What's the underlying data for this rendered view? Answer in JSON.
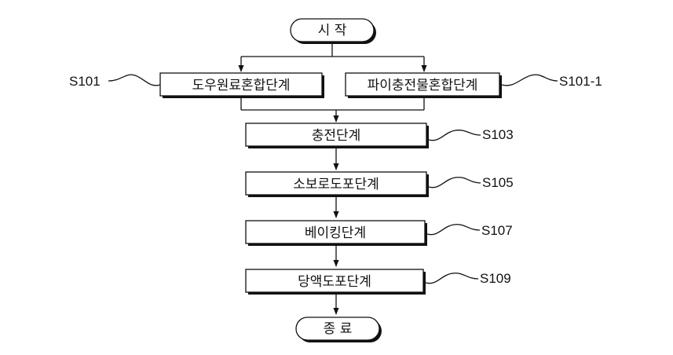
{
  "terminals": {
    "start": "시 작",
    "end": "종 료"
  },
  "steps": {
    "s101": {
      "text": "도우원료혼합단계",
      "label": "S101"
    },
    "s101_1": {
      "text": "파이충전물혼합단계",
      "label": "S101-1"
    },
    "s103": {
      "text": "충전단계",
      "label": "S103"
    },
    "s105": {
      "text": "소보로도포단계",
      "label": "S105"
    },
    "s107": {
      "text": "베이킹단계",
      "label": "S107"
    },
    "s109": {
      "text": "당액도포단계",
      "label": "S109"
    }
  }
}
